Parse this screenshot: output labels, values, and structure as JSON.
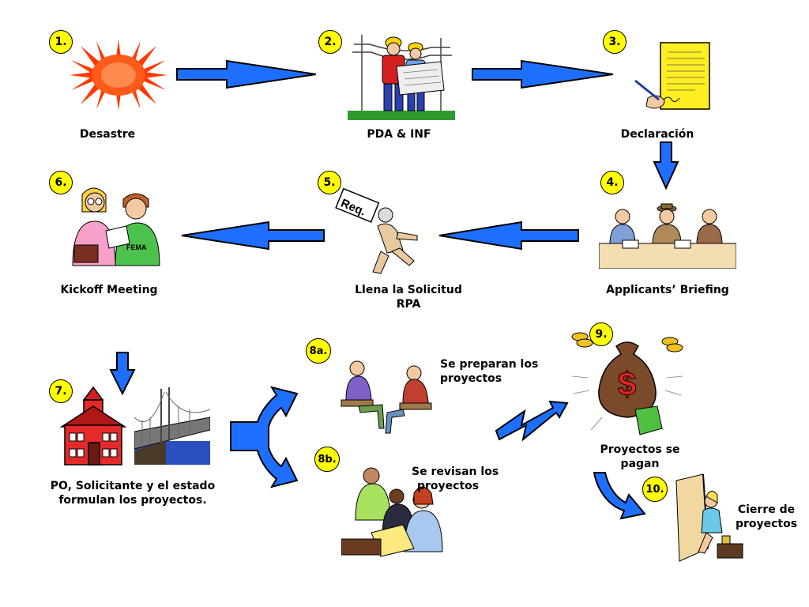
{
  "steps": [
    {
      "badge": "1.",
      "label": "Desastre"
    },
    {
      "badge": "2.",
      "label": "PDA & INF"
    },
    {
      "badge": "3.",
      "label": "Declaración"
    },
    {
      "badge": "4.",
      "label": "Applicants’ Briefing"
    },
    {
      "badge": "5.",
      "label_line1": "Llena la Solicitud",
      "label_line2": "RPA",
      "sign": "Req."
    },
    {
      "badge": "6.",
      "label": "Kickoff Meeting",
      "shirt_text": "FEMA"
    },
    {
      "badge": "7.",
      "label_line1": "PO, Solicitante y el estado",
      "label_line2": "formulan los proyectos."
    },
    {
      "badge": "8a.",
      "label_line1": "Se preparan los",
      "label_line2": "proyectos"
    },
    {
      "badge": "8b.",
      "label_line1": "Se revisan los",
      "label_line2": "proyectos"
    },
    {
      "badge": "9.",
      "label_line1": "Proyectos se",
      "label_line2": "pagan",
      "bag_symbol": "$"
    },
    {
      "badge": "10.",
      "label_line1": "Cierre de",
      "label_line2": "proyectos"
    }
  ],
  "colors": {
    "arrow_fill": "#1e6fff",
    "badge_fill": "#ffff00",
    "outline": "#000000"
  }
}
